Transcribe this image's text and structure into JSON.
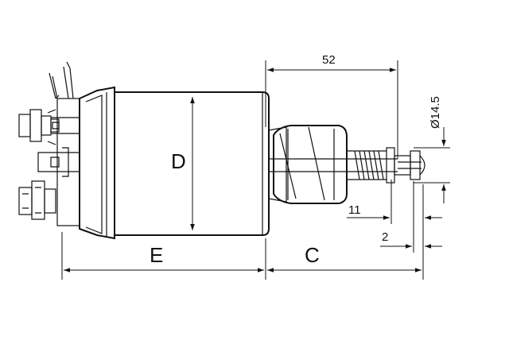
{
  "labels": {
    "d": "D",
    "e": "E",
    "c": "C",
    "len52": "52",
    "dia": "Ø14.5",
    "d11": "11",
    "d2": "2"
  }
}
